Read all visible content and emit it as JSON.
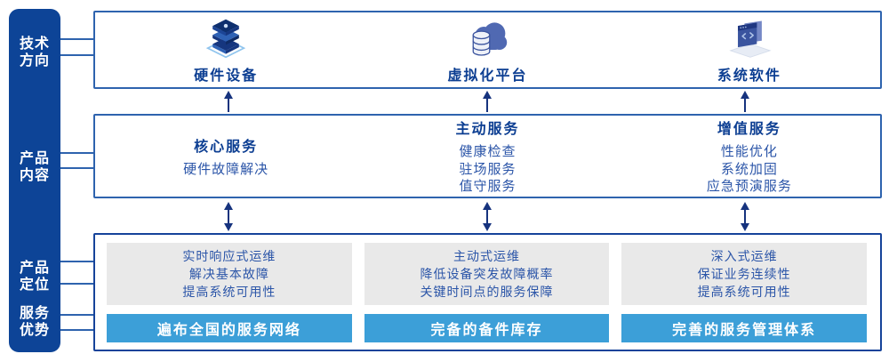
{
  "colors": {
    "sidebar_blue": "#0D4497",
    "accent_navy": "#0C3E92",
    "box_border": "#2E63AE",
    "bottom_border": "#16439A",
    "arrow_navy": "#16337E",
    "panel_gray": "#E9E9E9",
    "bar_sky_blue": "#3C9FD8",
    "body_text_blue": "#2B55A8"
  },
  "sidebar": {
    "items": [
      {
        "line1": "技术",
        "line2": "方向"
      },
      {
        "line1": "产品",
        "line2": "内容"
      },
      {
        "line1": "产品",
        "line2": "定位"
      },
      {
        "line1": "服务",
        "line2": "优势"
      }
    ]
  },
  "tech_row": {
    "items": [
      {
        "label": "硬件设备",
        "icon": "server-stack-icon"
      },
      {
        "label": "虚拟化平台",
        "icon": "cloud-database-icon"
      },
      {
        "label": "系统软件",
        "icon": "software-window-icon"
      }
    ]
  },
  "content_row": {
    "columns": [
      {
        "title": "核心服务",
        "items": [
          "硬件故障解决"
        ]
      },
      {
        "title": "主动服务",
        "items": [
          "健康检查",
          "驻场服务",
          "值守服务"
        ]
      },
      {
        "title": "增值服务",
        "items": [
          "性能优化",
          "系统加固",
          "应急预演服务"
        ]
      }
    ]
  },
  "bottom_row": {
    "columns": [
      {
        "positioning": [
          "实时响应式运维",
          "解决基本故障",
          "提高系统可用性"
        ],
        "advantage": "遍布全国的服务网络"
      },
      {
        "positioning": [
          "主动式运维",
          "降低设备突发故障概率",
          "关键时间点的服务保障"
        ],
        "advantage": "完备的备件库存"
      },
      {
        "positioning": [
          "深入式运维",
          "保证业务连续性",
          "提高系统可用性"
        ],
        "advantage": "完善的服务管理体系"
      }
    ]
  }
}
